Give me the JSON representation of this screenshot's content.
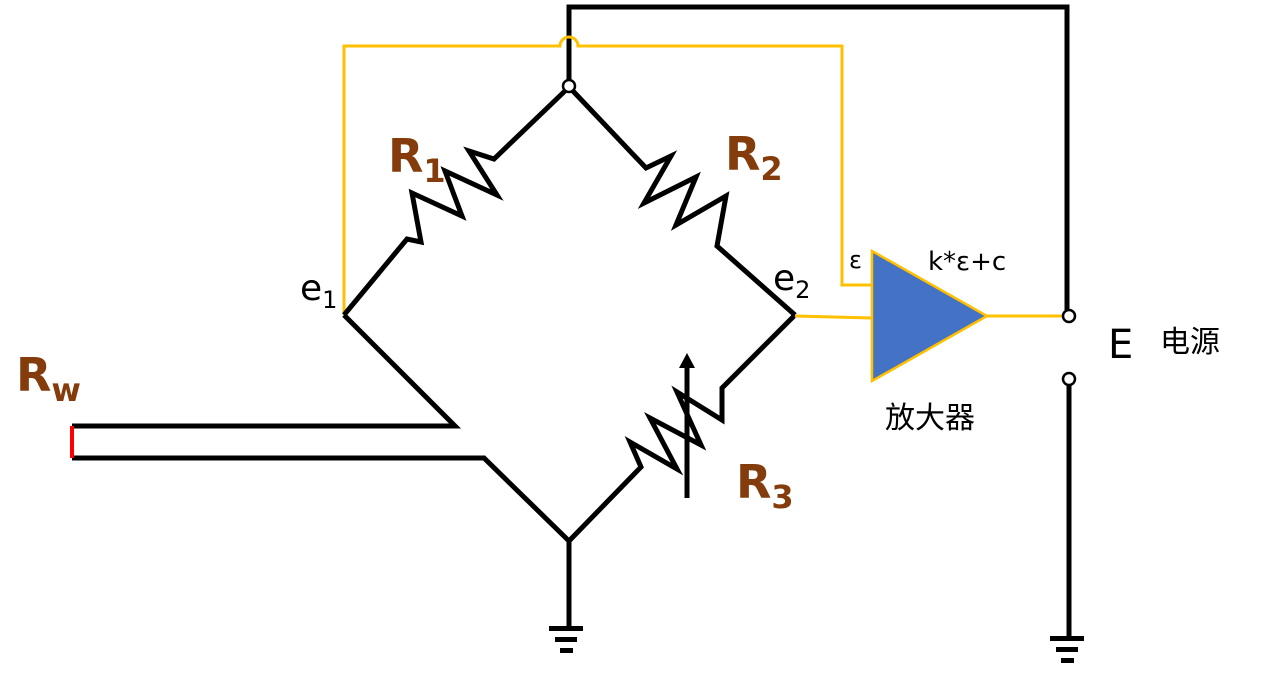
{
  "diagram": {
    "type": "circuit-schematic",
    "title": "Wheatstone bridge with amplifier feedback",
    "colors": {
      "wire": "#000000",
      "signal_wire": "#FFC000",
      "label": "#843C0C",
      "amplifier_fill": "#4472C4",
      "sensor_wire": "#FF0000"
    },
    "resistors": [
      {
        "id": "R1",
        "main": "R",
        "sub": "1"
      },
      {
        "id": "R2",
        "main": "R",
        "sub": "2"
      },
      {
        "id": "R3",
        "main": "R",
        "sub": "3",
        "variable": true
      },
      {
        "id": "Rw",
        "main": "R",
        "sub": "w"
      }
    ],
    "nodes": {
      "e1": {
        "main": "e",
        "sub": "1"
      },
      "e2": {
        "main": "e",
        "sub": "2"
      }
    },
    "amplifier": {
      "input_label": "ε",
      "output_label": "k*ε+c",
      "name": "放大器"
    },
    "power": {
      "symbol": "E",
      "name": "电源"
    },
    "grounds": [
      "bridge-ground",
      "supply-ground"
    ]
  }
}
